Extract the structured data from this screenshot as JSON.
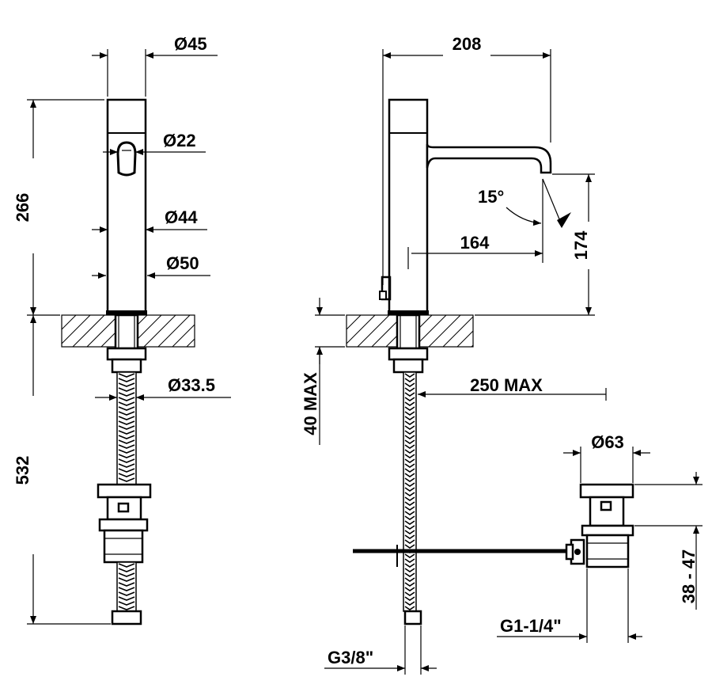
{
  "dimensions": {
    "d45": "Ø45",
    "d22": "Ø22",
    "d44": "Ø44",
    "d50": "Ø50",
    "h266": "266",
    "d33_5": "Ø33.5",
    "h532": "532",
    "w208": "208",
    "angle15": "15°",
    "w164": "164",
    "h174": "174",
    "max40": "40 MAX",
    "max250": "250 MAX",
    "d63": "Ø63",
    "range38_47": "38 - 47",
    "g1_1_4": "G1-1/4\"",
    "g3_8": "G3/8\""
  }
}
